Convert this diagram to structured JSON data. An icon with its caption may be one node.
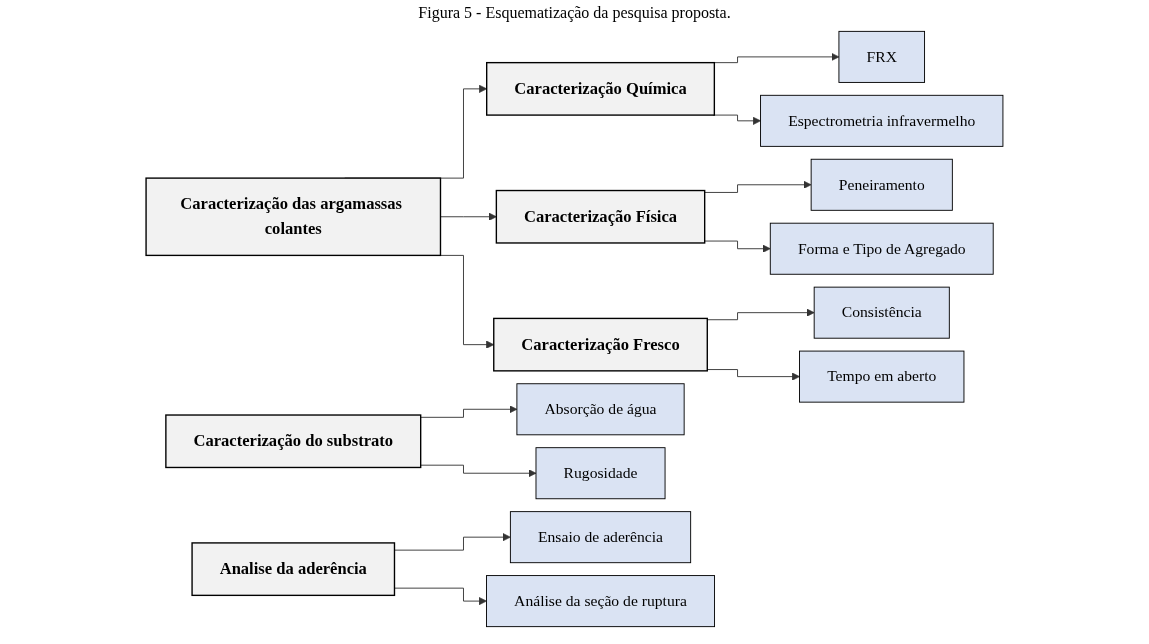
{
  "diagram": {
    "title": "Figura 5 - Esquematização da pesquisa proposta.",
    "nodes": [
      {
        "text": [
          "Caracterização das argamassas colantes"
        ]
      },
      {
        "text": [
          "Caracterização Química"
        ]
      },
      {
        "text": [
          "FRX"
        ]
      },
      {
        "text": [
          "Espectrometria infravermelho"
        ]
      },
      {
        "text": [
          "Caracterização Física"
        ]
      },
      {
        "text": [
          "Peneiramento"
        ]
      },
      {
        "text": [
          "Forma e Tipo de Agregado"
        ]
      },
      {
        "text": [
          "Caracterização Fresco"
        ]
      },
      {
        "text": [
          "Consistência"
        ]
      },
      {
        "text": [
          "Tempo em aberto"
        ]
      },
      {
        "text": [
          "Caracterização do substrato"
        ]
      },
      {
        "text": [
          "Absorção de água"
        ]
      },
      {
        "text": [
          "Rugosidade"
        ]
      },
      {
        "text": [
          "Analise da aderência"
        ]
      },
      {
        "text": [
          "Ensaio de aderência"
        ]
      },
      {
        "text": [
          "Análise da seção de ruptura"
        ]
      }
    ],
    "edges": [
      {
        "from": 0,
        "to": 1,
        "arrow": "to"
      },
      {
        "from": 0,
        "to": 4,
        "arrow": "to"
      },
      {
        "from": 0,
        "to": 7,
        "arrow": "to"
      },
      {
        "from": 1,
        "to": 2,
        "arrow": "to"
      },
      {
        "from": 1,
        "to": 3,
        "arrow": "to"
      },
      {
        "from": 4,
        "to": 5,
        "arrow": "to"
      },
      {
        "from": 4,
        "to": 6,
        "arrow": "to"
      },
      {
        "from": 7,
        "to": 8,
        "arrow": "to"
      },
      {
        "from": 7,
        "to": 9,
        "arrow": "to"
      },
      {
        "from": 10,
        "to": 11,
        "arrow": "to"
      },
      {
        "from": 10,
        "to": 12,
        "arrow": "to"
      },
      {
        "from": 13,
        "to": 14,
        "arrow": "to"
      },
      {
        "from": 13,
        "to": 15,
        "arrow": "to"
      }
    ]
  }
}
